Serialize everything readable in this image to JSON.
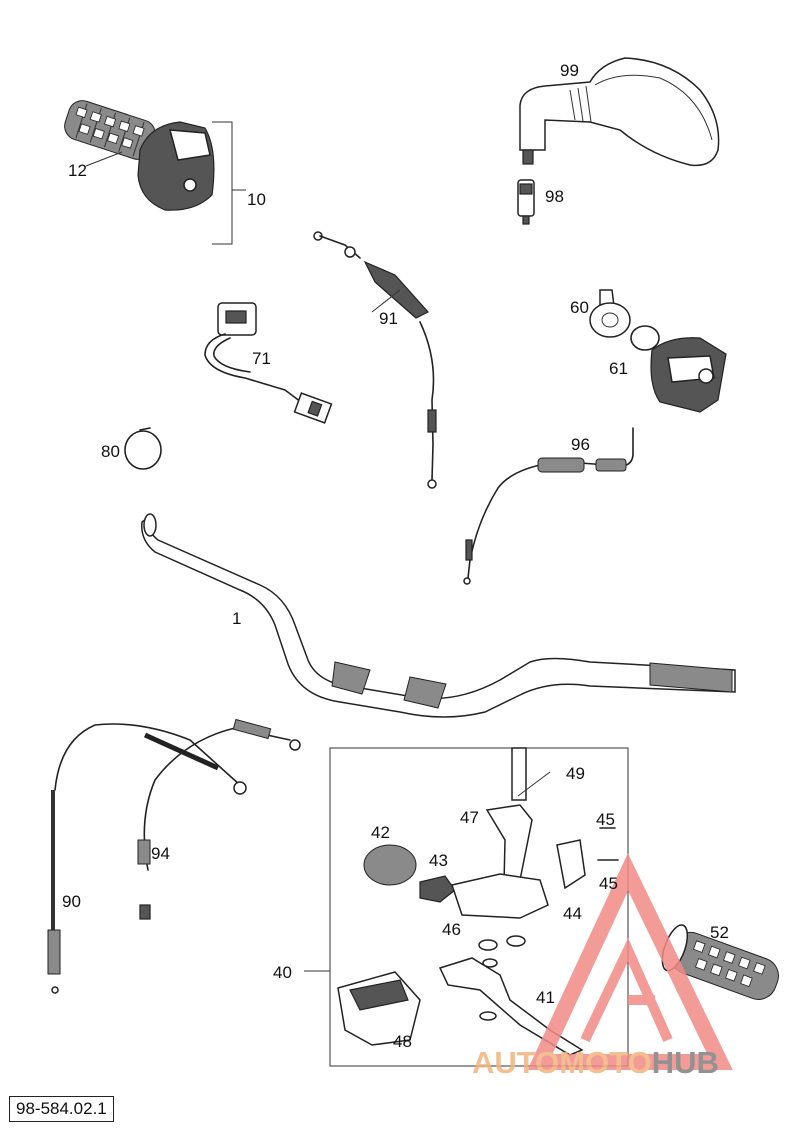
{
  "document_number": "98-584.02.1",
  "watermark": {
    "prefix": "AUTOMOTO",
    "suffix": "HUB",
    "prefix_color": "#f3b57d",
    "suffix_color": "#7f7f7f",
    "logo_color": "#f28a86"
  },
  "parts": [
    {
      "id": "p12",
      "label": "12"
    },
    {
      "id": "p10",
      "label": "10"
    },
    {
      "id": "p99",
      "label": "99"
    },
    {
      "id": "p98",
      "label": "98"
    },
    {
      "id": "p91",
      "label": "91"
    },
    {
      "id": "p60",
      "label": "60"
    },
    {
      "id": "p61",
      "label": "61"
    },
    {
      "id": "p71",
      "label": "71"
    },
    {
      "id": "p80",
      "label": "80"
    },
    {
      "id": "p96",
      "label": "96"
    },
    {
      "id": "p1",
      "label": "1"
    },
    {
      "id": "p49",
      "label": "49"
    },
    {
      "id": "p47",
      "label": "47"
    },
    {
      "id": "p45a",
      "label": "45"
    },
    {
      "id": "p42",
      "label": "42"
    },
    {
      "id": "p43",
      "label": "43"
    },
    {
      "id": "p94",
      "label": "94"
    },
    {
      "id": "p45b",
      "label": "45"
    },
    {
      "id": "p44",
      "label": "44"
    },
    {
      "id": "p90",
      "label": "90"
    },
    {
      "id": "p46",
      "label": "46"
    },
    {
      "id": "p52",
      "label": "52"
    },
    {
      "id": "p40",
      "label": "40"
    },
    {
      "id": "p41",
      "label": "41"
    },
    {
      "id": "p48",
      "label": "48"
    }
  ]
}
